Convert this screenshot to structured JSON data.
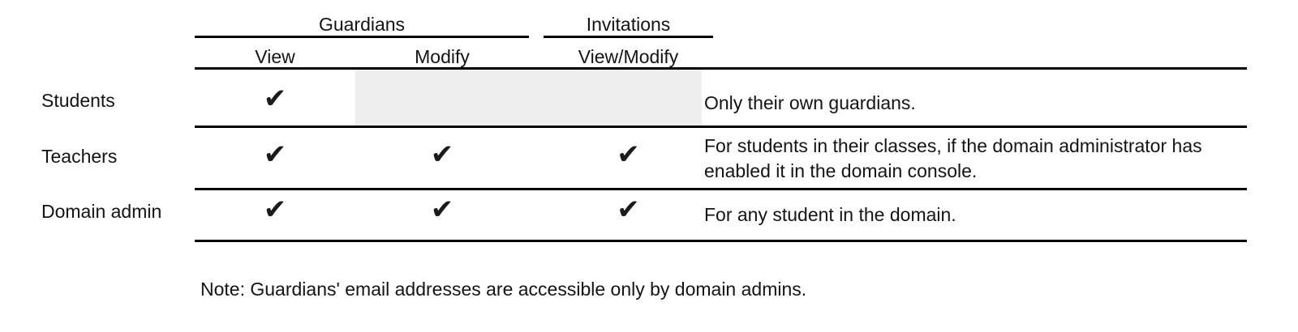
{
  "table": {
    "column_groups": [
      {
        "label": "Guardians"
      },
      {
        "label": "Invitations"
      }
    ],
    "sub_headers": [
      {
        "label": "View"
      },
      {
        "label": "Modify"
      },
      {
        "label": "View/Modify"
      }
    ],
    "check_glyph": "✔",
    "rows": [
      {
        "label": "Students",
        "guardians_view": "✔",
        "guardians_modify": "",
        "invitations_view_modify": "",
        "modify_shaded": true,
        "invitations_shaded": true,
        "description": "Only their own guardians."
      },
      {
        "label": "Teachers",
        "guardians_view": "✔",
        "guardians_modify": "✔",
        "invitations_view_modify": "✔",
        "modify_shaded": false,
        "invitations_shaded": false,
        "description": "For students in their classes, if the domain administrator has enabled it in the domain console."
      },
      {
        "label": "Domain admin",
        "guardians_view": "✔",
        "guardians_modify": "✔",
        "invitations_view_modify": "✔",
        "modify_shaded": false,
        "invitations_shaded": false,
        "description": "For any student in the domain."
      }
    ]
  },
  "footnote": "Note: Guardians' email addresses are accessible only by domain admins.",
  "colors": {
    "text": "#141414",
    "rule": "#000000",
    "shaded_cell": "#eeeeee",
    "background": "#ffffff"
  }
}
